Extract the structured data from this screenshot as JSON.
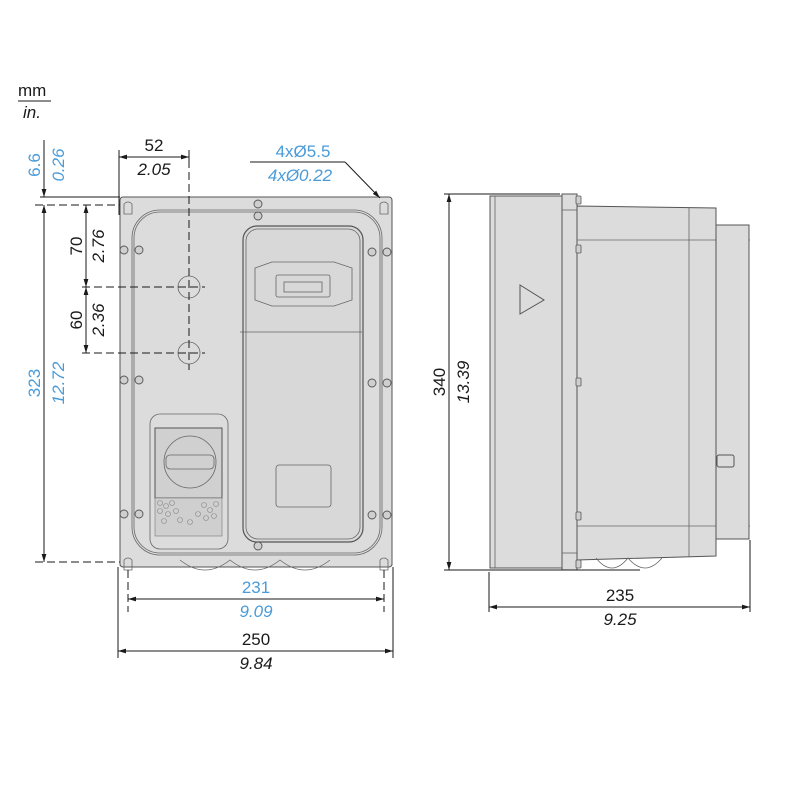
{
  "units": {
    "primary": "mm",
    "secondary": "in."
  },
  "colors": {
    "metric_highlight": "#4a9bd8",
    "text": "#1a1a1a",
    "enclosure": "#dcdcdc"
  },
  "front_view": {
    "top_offset": {
      "mm": "6.6",
      "in": "0.26"
    },
    "hole_offset_x": {
      "mm": "52",
      "in": "2.05"
    },
    "mounting_holes": {
      "mm": "4xØ5.5",
      "in": "4xØ0.22"
    },
    "gland_spacing_1": {
      "mm": "70",
      "in": "2.76"
    },
    "gland_spacing_2": {
      "mm": "60",
      "in": "2.36"
    },
    "mount_height": {
      "mm": "323",
      "in": "12.72"
    },
    "mount_width": {
      "mm": "231",
      "in": "9.09"
    },
    "overall_width": {
      "mm": "250",
      "in": "9.84"
    }
  },
  "side_view": {
    "overall_height": {
      "mm": "340",
      "in": "13.39"
    },
    "overall_depth": {
      "mm": "235",
      "in": "9.25"
    }
  },
  "icons": [
    "direction-arrow-icon",
    "switch-knob-icon",
    "display-window-icon"
  ]
}
